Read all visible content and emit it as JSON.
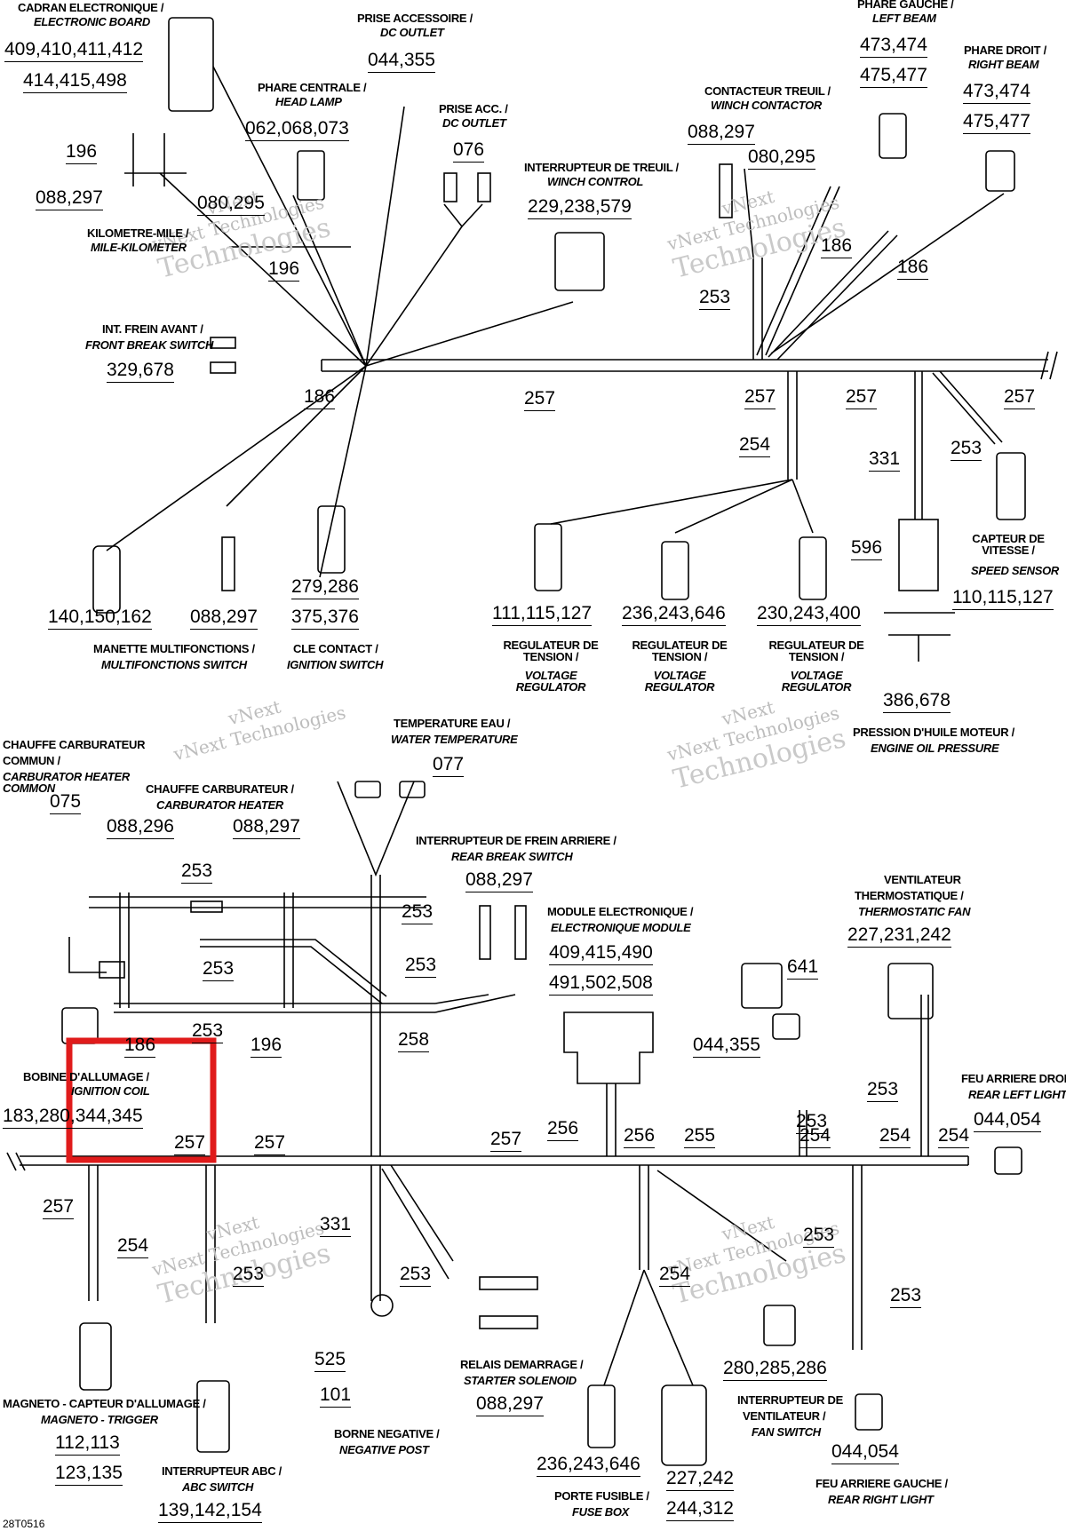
{
  "watermark": {
    "line1": "vNext",
    "line2": "vNext Technologies",
    "line3": "Technologies"
  },
  "ref_code": "28T0516",
  "top": {
    "electronic_board": {
      "fr": "CADRAN ELECTRONIQUE /",
      "en": "ELECTRONIC BOARD",
      "refs1": "409,410,411,412",
      "refs2": "414,415,498"
    },
    "dc_outlet": {
      "fr": "PRISE ACCESSOIRE /",
      "en": "DC OUTLET",
      "refs": "044,355"
    },
    "head_lamp": {
      "fr": "PHARE CENTRALE /",
      "en": "HEAD LAMP",
      "refs": "062,068,073"
    },
    "dc_outlet2": {
      "fr": "PRISE ACC. /",
      "en": "DC OUTLET",
      "refs": "076"
    },
    "left_beam": {
      "fr": "PHARE GAUCHE /",
      "en": "LEFT BEAM",
      "refs1": "473,474",
      "refs2": "475,477"
    },
    "right_beam": {
      "fr": "PHARE DROIT /",
      "en": "RIGHT BEAM",
      "refs1": "473,474",
      "refs2": "475,477"
    },
    "winch_contactor": {
      "fr": "CONTACTEUR TREUIL /",
      "en": "WINCH CONTACTOR",
      "refs1": "088,297",
      "refs2": "080,295"
    },
    "winch_control": {
      "fr": "INTERRUPTEUR DE TREUIL /",
      "en": "WINCH CONTROL",
      "refs": "229,238,579"
    },
    "mile_km": {
      "fr": "KILOMETRE-MILE /",
      "en": "MILE-KILOMETER",
      "refs_a": "196",
      "refs_b": "088,297",
      "refs_c": "080,295",
      "refs_d": "196"
    },
    "front_brake": {
      "fr": "INT. FREIN AVANT /",
      "en": "FRONT BREAK SWITCH",
      "refs": "329,678"
    },
    "wires": {
      "w186a": "186",
      "w186b": "186",
      "w186c": "186",
      "w253": "253",
      "w257a": "257",
      "w257b": "257",
      "w257c": "257",
      "w257d": "257",
      "w254": "254",
      "w331": "331",
      "w253b": "253",
      "w596": "596"
    },
    "multif": {
      "fr": "MANETTE MULTIFONCTIONS /",
      "en": "MULTIFONCTIONS SWITCH",
      "refs1": "140,150,162",
      "refs2": "088,297"
    },
    "ignition_switch": {
      "fr": "CLE CONTACT /",
      "en": "IGNITION SWITCH",
      "refs1": "279,286",
      "refs2": "375,376"
    },
    "regulator1": {
      "fr": "REGULATEUR DE TENSION /",
      "en": "VOLTAGE REGULATOR",
      "refs": "111,115,127"
    },
    "regulator2": {
      "fr": "REGULATEUR DE TENSION /",
      "en": "VOLTAGE REGULATOR",
      "refs": "236,243,646"
    },
    "regulator3": {
      "fr": "REGULATEUR DE TENSION /",
      "en": "VOLTAGE REGULATOR",
      "refs": "230,243,400"
    },
    "speed_sensor": {
      "fr": "CAPTEUR DE VITESSE /",
      "en": "SPEED SENSOR",
      "refs": "110,115,127"
    },
    "oil_pressure": {
      "fr": "PRESSION D'HUILE MOTEUR /",
      "en": "ENGINE OIL PRESSURE",
      "refs": "386,678"
    }
  },
  "bottom": {
    "carb_common": {
      "fr1": "CHAUFFE CARBURATEUR",
      "fr2": "COMMUN /",
      "en": "CARBURATOR HEATER COMMON",
      "refs": "075"
    },
    "carb_heater": {
      "fr": "CHAUFFE CARBURATEUR /",
      "en": "CARBURATOR HEATER",
      "refs1": "088,296",
      "refs2": "088,297"
    },
    "water_temp": {
      "fr": "TEMPERATURE EAU /",
      "en": "WATER TEMPERATURE",
      "refs": "077"
    },
    "rear_brake": {
      "fr": "INTERRUPTEUR DE FREIN ARRIERE /",
      "en": "REAR BREAK SWITCH",
      "refs": "088,297"
    },
    "ecm": {
      "fr": "MODULE ELECTRONIQUE /",
      "en": "ELECTRONIQUE MODULE",
      "refs1": "409,415,490",
      "refs2": "491,502,508"
    },
    "thermo_fan": {
      "fr1": "VENTILATEUR",
      "fr2": "THERMOSTATIQUE /",
      "en": "THERMOSTATIC FAN",
      "refs": "227,231,242"
    },
    "ignition_coil": {
      "fr": "BOBINE D'ALLUMAGE /",
      "en": "IGNITION COIL",
      "refs": "183,280,344,345"
    },
    "rear_left": {
      "fr": "FEU ARRIERE DROIT /",
      "en": "REAR LEFT LIGHT",
      "refs": "044,054"
    },
    "misc": {
      "r641": "641",
      "r044355": "044,355",
      "r196": "196",
      "r186": "186"
    },
    "wires": {
      "w253a": "253",
      "w253b": "253",
      "w253c": "253",
      "w253d": "253",
      "w253e": "253",
      "w258": "258",
      "w256a": "256",
      "w256b": "256",
      "w255": "255",
      "w257a": "257",
      "w257b": "257",
      "w257c": "257",
      "w257d": "257",
      "w254a": "254",
      "w254b": "254",
      "w254c": "254",
      "w253f": "253",
      "w253g": "253",
      "w254d": "254",
      "w331": "331",
      "w253h": "253",
      "w253i": "253",
      "w254e": "254",
      "w253j": "253",
      "w253k": "253"
    },
    "magneto": {
      "fr": "MAGNETO - CAPTEUR D'ALLUMAGE /",
      "en": "MAGNETO - TRIGGER",
      "refs1": "112,113",
      "refs2": "123,135"
    },
    "abc_switch": {
      "fr": "INTERRUPTEUR ABC /",
      "en": "ABC SWITCH",
      "refs": "139,142,154"
    },
    "neg_post": {
      "fr": "BORNE NEGATIVE /",
      "en": "NEGATIVE POST",
      "refs1": "525",
      "refs2": "101"
    },
    "starter": {
      "fr": "RELAIS DEMARRAGE /",
      "en": "STARTER SOLENOID",
      "refs": "088,297"
    },
    "fuse_box": {
      "fr": "PORTE FUSIBLE /",
      "en": "FUSE BOX",
      "refs": "236,243,646"
    },
    "fuse_box2": {
      "refs1": "227,242",
      "refs2": "244,312"
    },
    "fan_switch": {
      "fr1": "INTERRUPTEUR DE",
      "fr2": "VENTILATEUR /",
      "en": "FAN SWITCH",
      "refs": "280,285,286"
    },
    "rear_right": {
      "fr": "FEU ARRIERE GAUCHE /",
      "en": "REAR RIGHT LIGHT",
      "refs": "044,054"
    }
  },
  "highlight_color": "#e01b1b"
}
